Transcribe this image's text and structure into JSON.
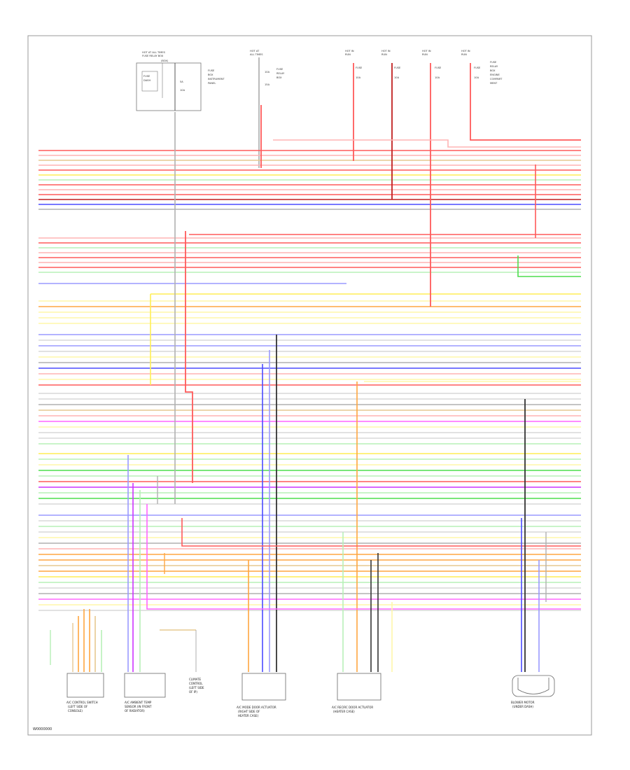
{
  "diagram": {
    "footer_code": "W0000000",
    "wire_colors": {
      "red": "#ff5a5a",
      "pink": "#ffb3b3",
      "dark_red": "#c02020",
      "orange": "#ffa640",
      "yellow": "#ffee55",
      "pale_yellow": "#fff7a8",
      "green": "#4ddd4d",
      "pale_green": "#b7f0b7",
      "blue": "#4b4bff",
      "light_blue": "#9a9aff",
      "violet": "#cc33ff",
      "pink_violet": "#ff66ff",
      "grey": "#b0b0b0",
      "light_grey": "#d9d9d9",
      "black": "#333333",
      "tan": "#e6c890",
      "brown": "#b36b2b"
    },
    "connector_labels": {
      "top_left_box": [
        "HOT AT ALL TIMES",
        "FUSE RELAY BOX",
        "FUSE",
        "DASH",
        "INSTRUMENT",
        "PANEL"
      ],
      "top_fuse_1": [
        "HOT AT ALL TIMES",
        "FUSE",
        "FUSE",
        "RELAY",
        "BOX"
      ],
      "top_fuse_2": [
        "HOT IN RUN",
        "FUSE",
        "10A"
      ],
      "top_fuse_3": [
        "HOT IN RUN",
        "FUSE",
        "10A"
      ],
      "top_fuse_4": [
        "HOT IN RUN",
        "FUSE",
        "10A"
      ],
      "top_fuse_5": [
        "HOT IN RUN",
        "FUSE",
        "10A",
        "FUSE RELAY",
        "BOX",
        "ENGINE",
        "COMPARTMENT"
      ]
    },
    "bottom_components": [
      {
        "label": "A/C CONTROL SWITCH (LEFT SIDE OF CONSOLE)"
      },
      {
        "label": "A/C AMBIENT TEMPERATURE SENSOR (IN FRONT OF RADIATOR)"
      },
      {
        "label": "CLIMATE CONTROL (LEFT SIDE OF INSTRUMENT PANEL)"
      },
      {
        "label": "A/C MODE DOOR ACTUATOR (RIGHT SIDE OF HEATER CASE)"
      },
      {
        "label": "A/C RECIRCULATION DOOR ACTUATOR (HEATER CASE)"
      },
      {
        "label": "BLOWER MOTOR (UNDER DASH)"
      }
    ]
  }
}
